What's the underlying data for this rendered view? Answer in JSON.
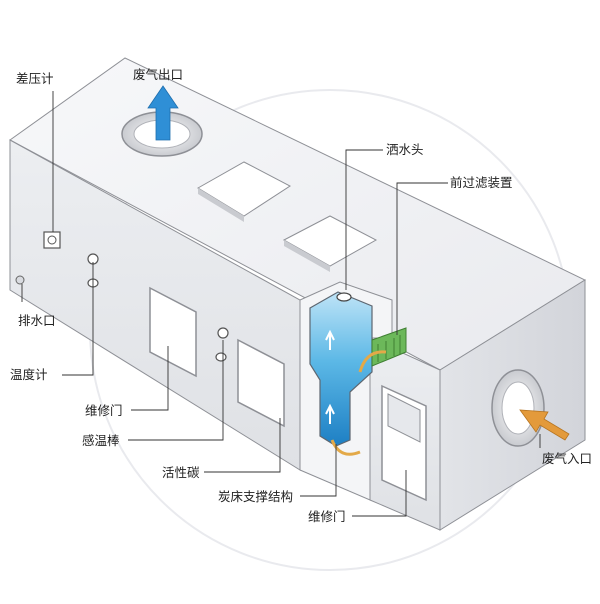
{
  "labels": {
    "exhaust_outlet": "废气出口",
    "diff_pressure_gauge": "差压计",
    "sprinkler_head": "洒水头",
    "pre_filter": "前过滤装置",
    "drain_outlet": "排水口",
    "thermometer": "温度计",
    "service_door_left": "维修门",
    "temperature_sensor": "感温棒",
    "activated_carbon": "活性碳",
    "carbon_bed_support": "炭床支撑结构",
    "service_door_right": "维修门",
    "exhaust_inlet": "废气入口"
  },
  "colors": {
    "housing_top": "#f3f4f6",
    "housing_front": "#e7e8ec",
    "housing_side": "#d9dbe0",
    "outline": "#8e9096",
    "water_blue": "#2f9fdc",
    "inlet_arrow": "#e39a3b",
    "outlet_arrow": "#2f8fd6",
    "filter_green": "#5aa84a"
  }
}
